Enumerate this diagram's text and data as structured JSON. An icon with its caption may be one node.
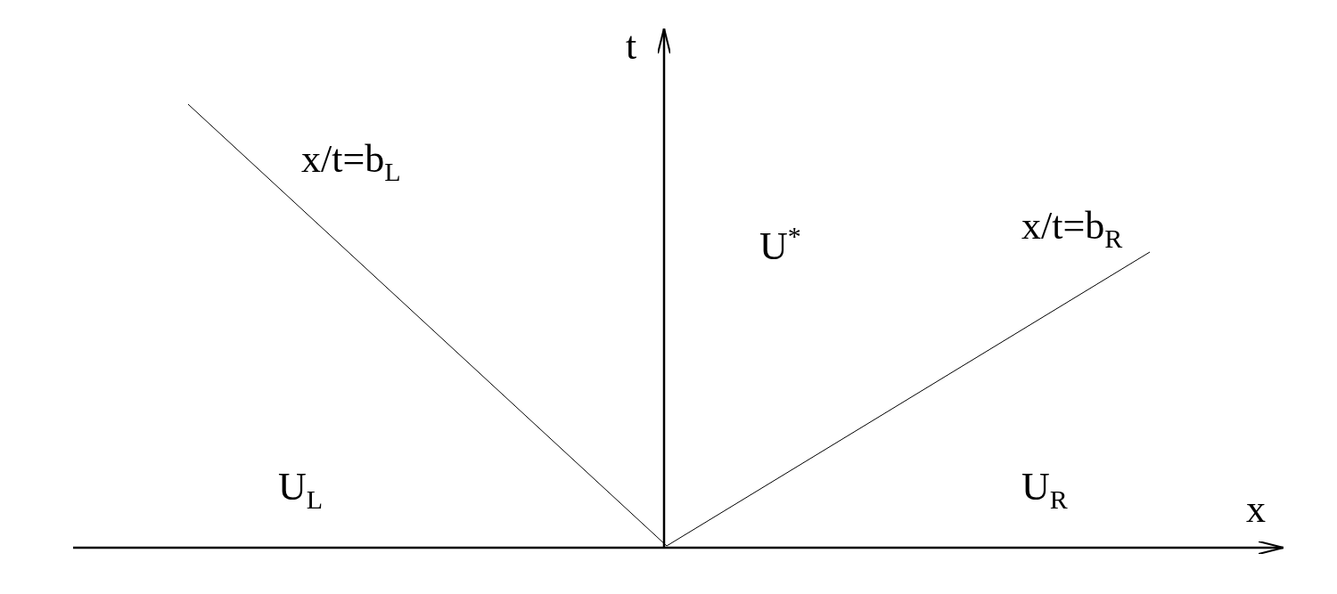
{
  "diagram": {
    "labels": [
      "t",
      "x/t=b$_{L}$",
      "U$^{*}$",
      "x/t=b$_{R}$",
      "U$_{L}$",
      "U$_{R}$",
      "x"
    ]
  }
}
